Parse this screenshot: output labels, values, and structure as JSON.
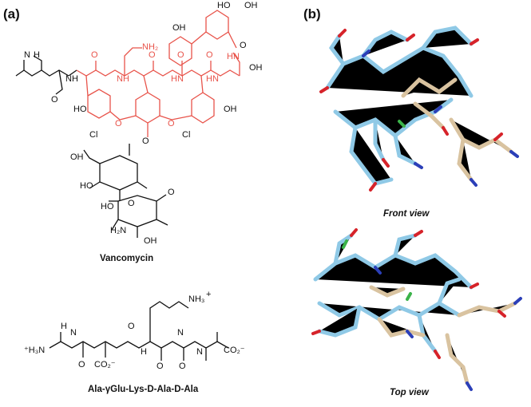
{
  "panels": {
    "a_label": "(a)",
    "b_label": "(b)"
  },
  "captions": {
    "vancomycin": "Vancomycin",
    "peptide": "Ala-γGlu-Lys-D-Ala-D-Ala",
    "front_view": "Front view",
    "top_view": "Top view"
  },
  "atoms": {
    "oh": "OH",
    "ho": "HO",
    "nh": "NH",
    "hn": "HN",
    "nh2": "NH₂",
    "h2n": "H₂N",
    "o": "O",
    "cl": "Cl",
    "h": "H",
    "n": "N",
    "nh3": "NH₃",
    "plus": "+",
    "h3n": "⁺H₃N",
    "co2": "CO₂⁻"
  },
  "colors": {
    "highlight": "#e8534a",
    "bond": "#111111",
    "carbon_stick": "#8fc9e6",
    "peptide_stick": "#d9c3a0",
    "oxygen": "#d6232a",
    "nitrogen": "#2b3fb8",
    "chlorine": "#3bb34a"
  }
}
